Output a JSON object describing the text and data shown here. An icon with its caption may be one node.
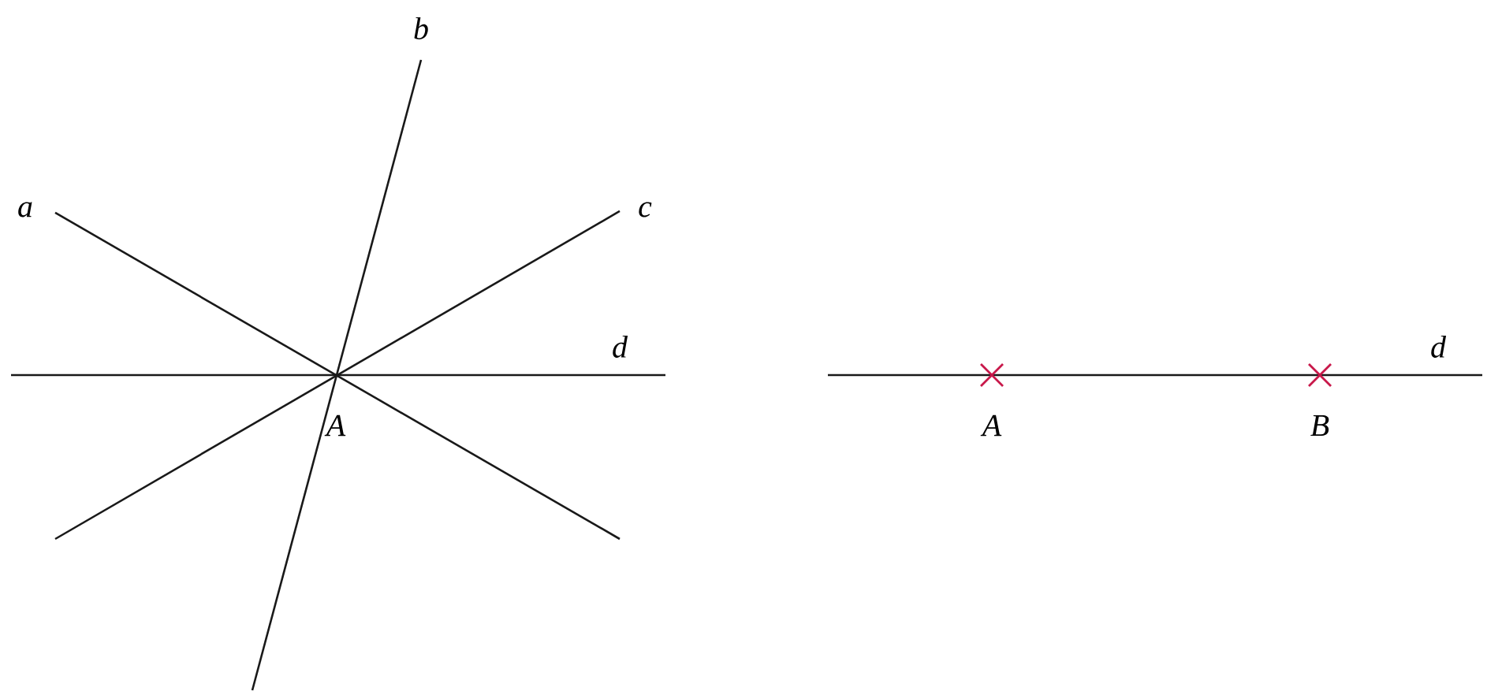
{
  "diagram": {
    "labels": [
      "b",
      "a",
      "c",
      "d",
      "d",
      "A",
      "A",
      "B"
    ]
  }
}
